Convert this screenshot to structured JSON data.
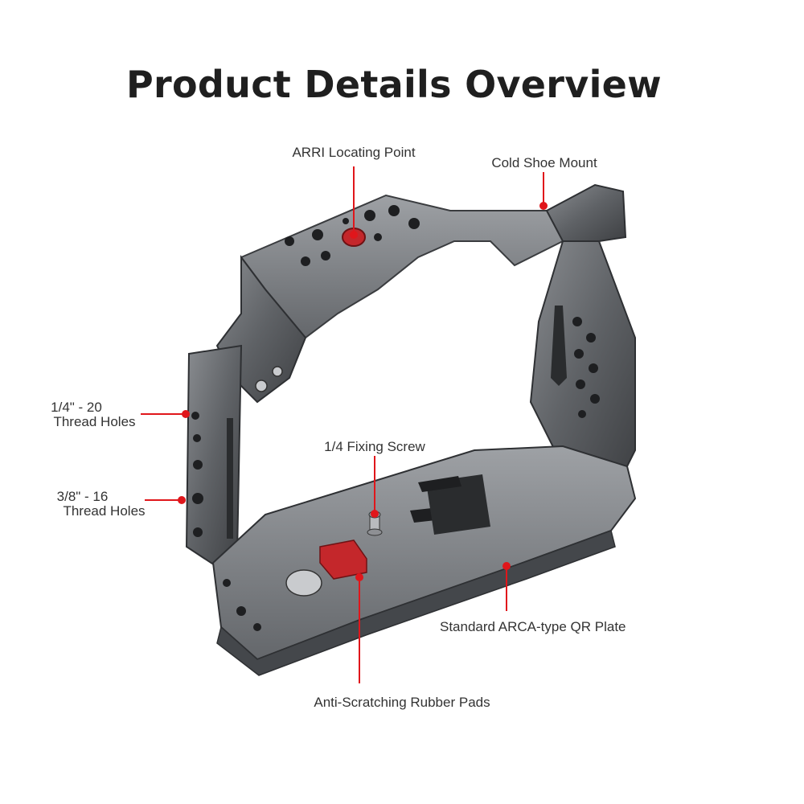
{
  "title": "Product Details Overview",
  "callouts": {
    "arri": "ARRI Locating Point",
    "cold_shoe": "Cold Shoe Mount",
    "thread_quarter_l1": "1/4\" - 20",
    "thread_quarter_l2": "Thread Holes",
    "thread_threeeighth_l1": "3/8\" - 16",
    "thread_threeeighth_l2": "Thread Holes",
    "fixing_screw": "1/4 Fixing Screw",
    "qr_plate": "Standard ARCA-type QR Plate",
    "rubber_pads": "Anti-Scratching Rubber Pads"
  },
  "colors": {
    "callout_red": "#e0161b",
    "cage_metal": "#6b6e72",
    "cage_dark": "#3a3c3f",
    "rubber_pad": "#c4272b"
  }
}
